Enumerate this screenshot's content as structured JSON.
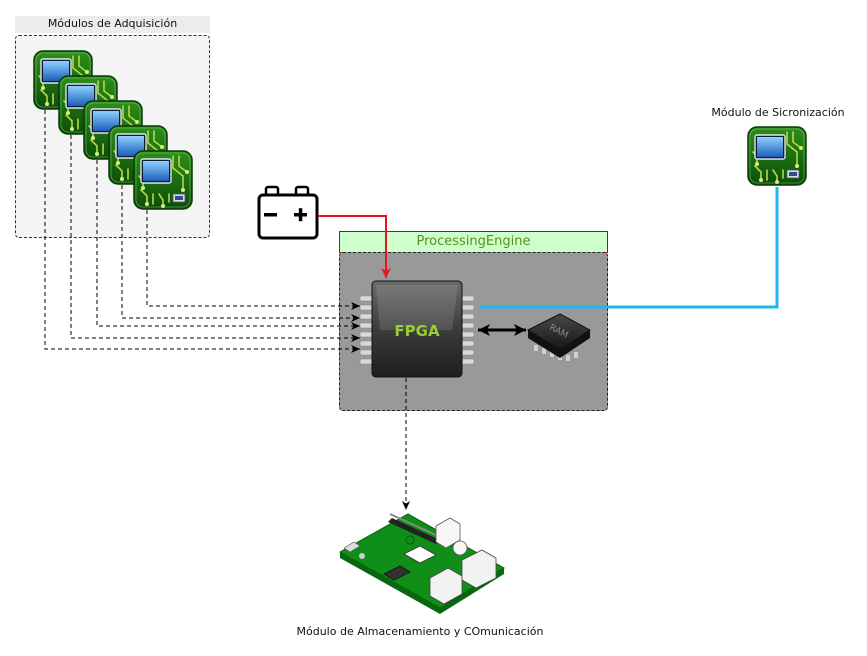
{
  "diagram": {
    "acquisition_group": {
      "title": "Módulos de Adquisición",
      "module_icon": "circuit-board-icon",
      "module_count": 5
    },
    "processing_engine": {
      "title": "ProcessingEngine",
      "fpga_label": "FPGA",
      "ram_label": "RAM"
    },
    "sync_module": {
      "label": "Módulo de Sicronización",
      "icon": "circuit-board-icon"
    },
    "storage_module": {
      "label": "Módulo de Almacenamiento y COmunicación",
      "icon": "raspberry-pi-board-icon"
    },
    "battery": {
      "icon": "battery-icon"
    },
    "colors": {
      "power_line": "#e8141c",
      "sync_line": "#1eb8e8",
      "header_fill": "#ccffcc",
      "header_border": "#cc0000",
      "header_text": "#5e8e1e",
      "engine_fill": "#999999",
      "fpga_label": "#9acd32",
      "board_green": "#0f8f17"
    }
  }
}
